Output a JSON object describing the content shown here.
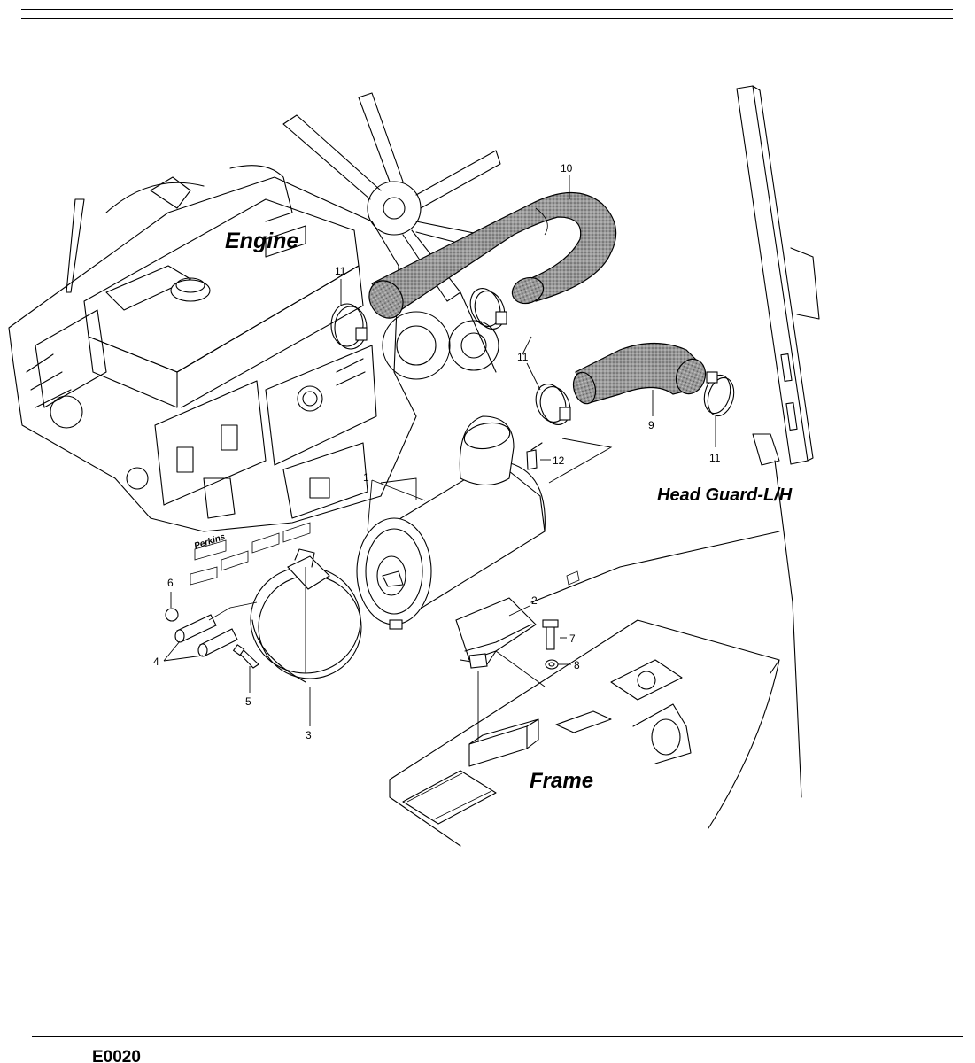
{
  "areas": {
    "engine": "Engine",
    "head_guard": "Head Guard-L/H",
    "frame": "Frame"
  },
  "parts": [
    {
      "num": "1"
    },
    {
      "num": "2"
    },
    {
      "num": "3"
    },
    {
      "num": "4"
    },
    {
      "num": "5"
    },
    {
      "num": "6"
    },
    {
      "num": "7"
    },
    {
      "num": "8"
    },
    {
      "num": "9"
    },
    {
      "num": "10"
    },
    {
      "num": "11"
    },
    {
      "num": "11"
    },
    {
      "num": "11"
    },
    {
      "num": "12"
    }
  ],
  "engine_marking": "Perkins",
  "footer": {
    "code": "E0020"
  }
}
